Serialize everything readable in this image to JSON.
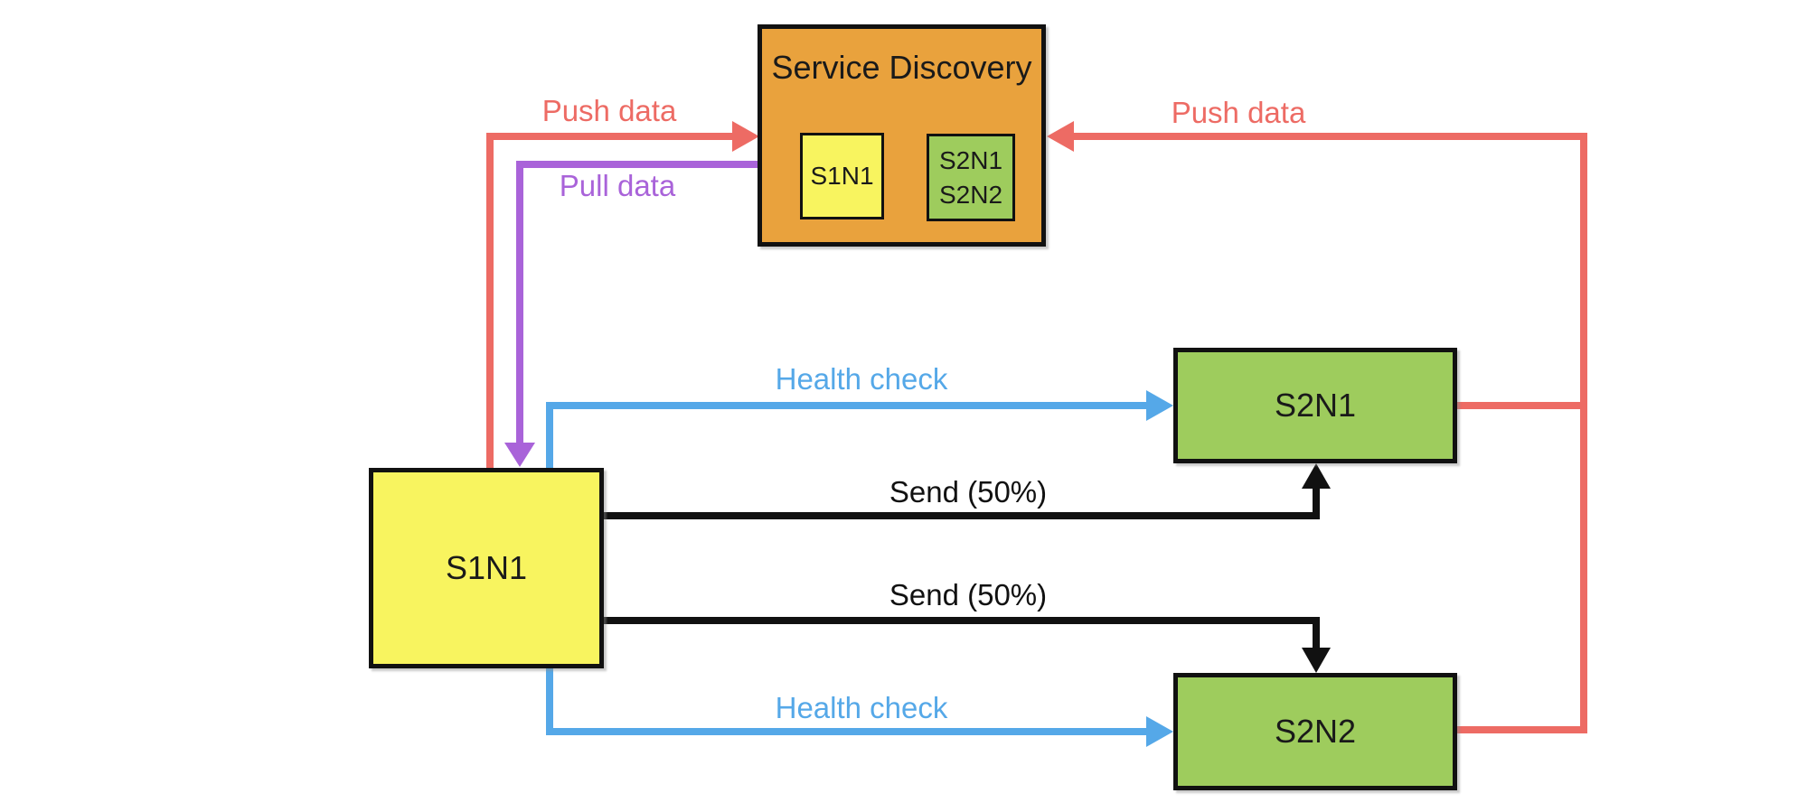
{
  "colors": {
    "red": "#ED6B64",
    "purple": "#A963D9",
    "blue": "#55A8E8",
    "orange": "#E9A23D",
    "yellow": "#F8F45F",
    "green": "#9ECC5D",
    "black": "#111111"
  },
  "nodes": {
    "service_discovery": {
      "title": "Service Discovery",
      "inner_s1n1": "S1N1",
      "inner_s2_line1": "S2N1",
      "inner_s2_line2": "S2N2"
    },
    "s1n1": "S1N1",
    "s2n1": "S2N1",
    "s2n2": "S2N2"
  },
  "edges": {
    "push_left": "Push data",
    "pull": "Pull data",
    "push_right": "Push data",
    "health_top": "Health check",
    "health_bottom": "Health check",
    "send_top": "Send (50%)",
    "send_bottom": "Send (50%)"
  }
}
